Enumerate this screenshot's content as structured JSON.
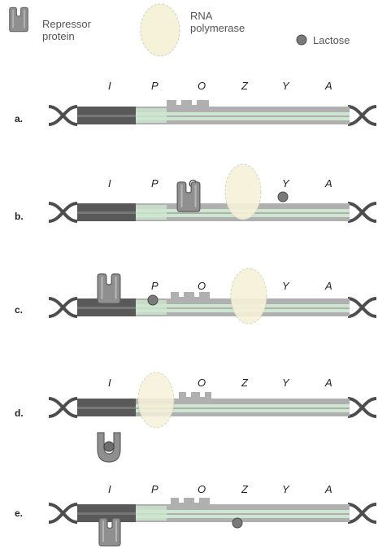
{
  "legend": {
    "repressor": [
      "Repressor",
      "protein"
    ],
    "polymerase": [
      "RNA",
      "polymerase"
    ],
    "lactose": "Lactose"
  },
  "colors": {
    "dark_segment": "#595959",
    "operon_segment": "#b0b0b0",
    "green_stripe": "#cde6cf",
    "polymerase_fill": "#f6f1d9",
    "helix": "#4d4d4d",
    "repressor": "#8a8a8a"
  },
  "panels": [
    {
      "label": "a.",
      "letters": [
        "I",
        "P",
        "O",
        "Z",
        "Y",
        "A"
      ],
      "repressor": "none",
      "polymerase": false,
      "lactose": []
    },
    {
      "label": "b.",
      "letters": [
        "I",
        "P",
        "O",
        "Y",
        "A"
      ],
      "repressor": "on-operator",
      "polymerase": "blocked",
      "lactose": [
        "near-Y"
      ]
    },
    {
      "label": "c.",
      "letters": [
        "P",
        "O",
        "Y",
        "A"
      ],
      "repressor": "on-I-gene",
      "polymerase": "downstream",
      "lactose": [
        "on-promoter"
      ]
    },
    {
      "label": "d.",
      "letters": [
        "I",
        "O",
        "Z",
        "Y",
        "A"
      ],
      "repressor": "bound-lactose-below",
      "polymerase": "on-promoter",
      "lactose": [
        "in-repressor"
      ]
    },
    {
      "label": "e.",
      "letters": [
        "I",
        "P",
        "O",
        "Z",
        "Y",
        "A"
      ],
      "repressor": "below-I-gene",
      "polymerase": false,
      "lactose": [
        "under-Z"
      ]
    }
  ]
}
